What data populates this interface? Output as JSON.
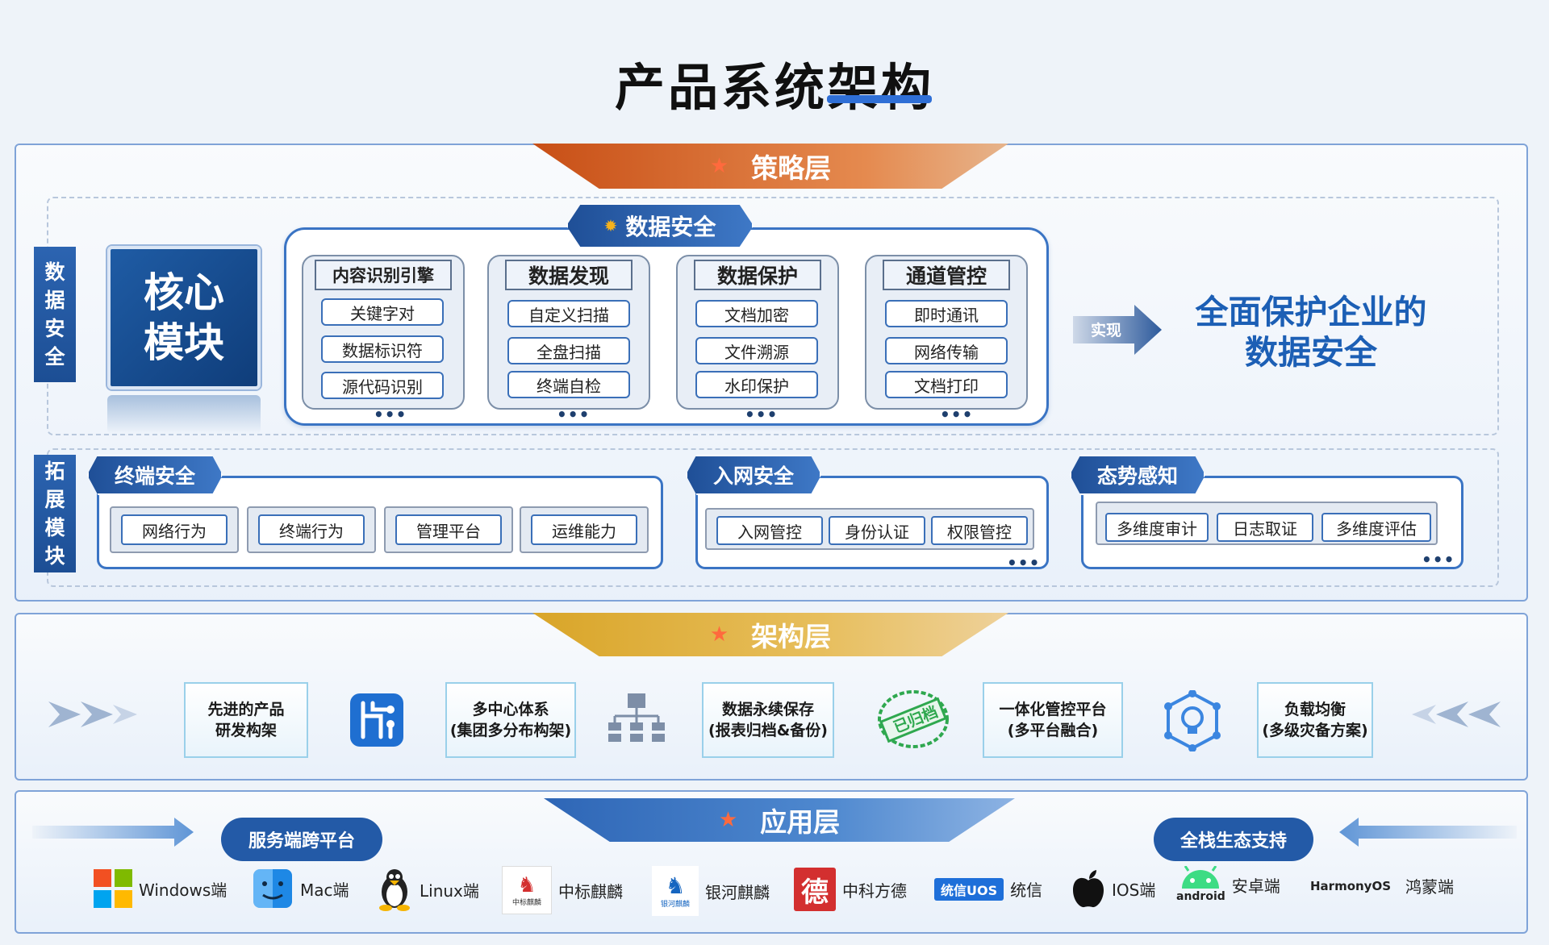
{
  "title": "产品系统架构",
  "strategy": {
    "banner": "策略层",
    "data_security_tab": "数据安全",
    "vtab_data": [
      "数",
      "据",
      "安",
      "全"
    ],
    "vtab_ext": [
      "拓",
      "展",
      "模",
      "块"
    ],
    "core": [
      "核心",
      "模块"
    ],
    "columns": [
      {
        "head": "内容识别引擎",
        "items": [
          "关键字对",
          "数据标识符",
          "源代码识别"
        ]
      },
      {
        "head": "数据发现",
        "items": [
          "自定义扫描",
          "全盘扫描",
          "终端自检"
        ]
      },
      {
        "head": "数据保护",
        "items": [
          "文档加密",
          "文件溯源",
          "水印保护"
        ]
      },
      {
        "head": "通道管控",
        "items": [
          "即时通讯",
          "网络传输",
          "文档打印"
        ]
      }
    ],
    "more": "•••",
    "arrow_label": "实现",
    "goal": [
      "全面保护企业的",
      "数据安全"
    ],
    "ext": [
      {
        "tab": "终端安全",
        "items": [
          "网络行为",
          "终端行为",
          "管理平台",
          "运维能力"
        ]
      },
      {
        "tab": "入网安全",
        "items": [
          "入网管控",
          "身份认证",
          "权限管控"
        ]
      },
      {
        "tab": "态势感知",
        "items": [
          "多维度审计",
          "日志取证",
          "多维度评估"
        ]
      }
    ]
  },
  "architecture": {
    "banner": "架构层",
    "features": [
      [
        "先进的产品",
        "研发构架"
      ],
      [
        "多中心体系",
        "(集团多分布构架)"
      ],
      [
        "数据永续保存",
        "(报表归档&备份)"
      ],
      [
        "一体化管控平台",
        "(多平台融合)"
      ],
      [
        "负载均衡",
        "(多级灾备方案)"
      ]
    ],
    "stamp": "已归档"
  },
  "application": {
    "banner": "应用层",
    "left_pill": "服务端跨平台",
    "right_pill": "全栈生态支持",
    "platforms": [
      {
        "label": "Windows端",
        "icon": "windows-icon"
      },
      {
        "label": "Mac端",
        "icon": "mac-finder-icon"
      },
      {
        "label": "Linux端",
        "icon": "linux-tux-icon"
      },
      {
        "label": "中标麒麟",
        "icon": "neokylin-icon",
        "logo_text": "中标麒麟"
      },
      {
        "label": "银河麒麟",
        "icon": "kylin-icon",
        "logo_text": "银河麒麟"
      },
      {
        "label": "中科方德",
        "icon": "nfs-icon",
        "logo_text": "德"
      },
      {
        "label": "统信",
        "icon": "uos-icon",
        "logo_text": "统信UOS"
      },
      {
        "label": "IOS端",
        "icon": "apple-icon"
      },
      {
        "label": "安卓端",
        "icon": "android-icon",
        "logo_text": "android"
      },
      {
        "label": "鸿蒙端",
        "icon": "harmonyos-icon",
        "logo_text": "HarmonyOS"
      }
    ]
  },
  "colors": {
    "primary": "#235aa7",
    "accent_orange": "#c84f16",
    "accent_gold": "#d9a528",
    "goal": "#1c5fb5"
  }
}
